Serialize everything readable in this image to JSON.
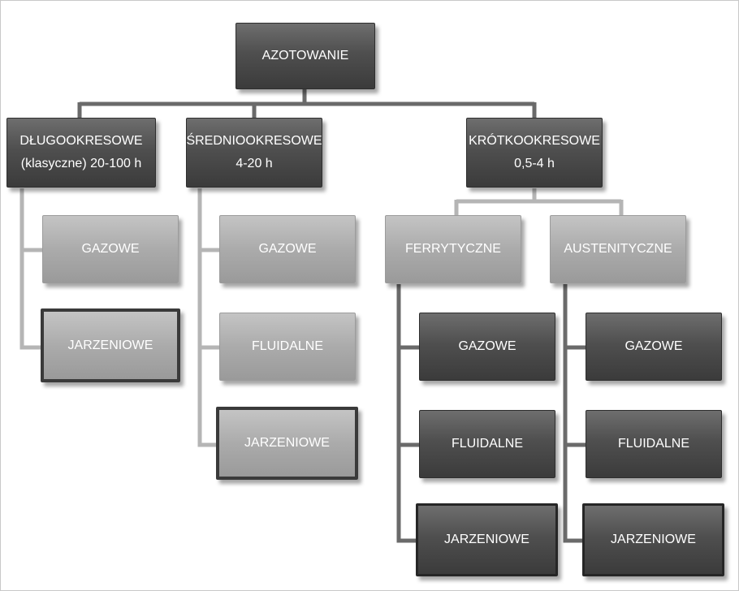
{
  "root": {
    "label": "AZOTOWANIE"
  },
  "dlugo": {
    "line1": "DŁUGOOKRESOWE",
    "line2": "(klasyczne) 20-100 h"
  },
  "srednio": {
    "line1": "ŚREDNIOOKRESOWE",
    "line2": "4-20 h"
  },
  "krotko": {
    "line1": "KRÓTKOOKRESOWE",
    "line2": "0,5-4 h"
  },
  "dlugo_children": [
    "GAZOWE",
    "JARZENIOWE"
  ],
  "srednio_children": [
    "GAZOWE",
    "FLUIDALNE",
    "JARZENIOWE"
  ],
  "ferry": {
    "label": "FERRYTYCZNE",
    "children": [
      "GAZOWE",
      "FLUIDALNE",
      "JARZENIOWE"
    ]
  },
  "aust": {
    "label": "AUSTENITYCZNE",
    "children": [
      "GAZOWE",
      "FLUIDALNE",
      "JARZENIOWE"
    ]
  },
  "colors": {
    "dark_box": "#4f4f4f",
    "light_box": "#ababab",
    "dark_line": "#6a6a6a",
    "light_line": "#b5b5b5"
  }
}
